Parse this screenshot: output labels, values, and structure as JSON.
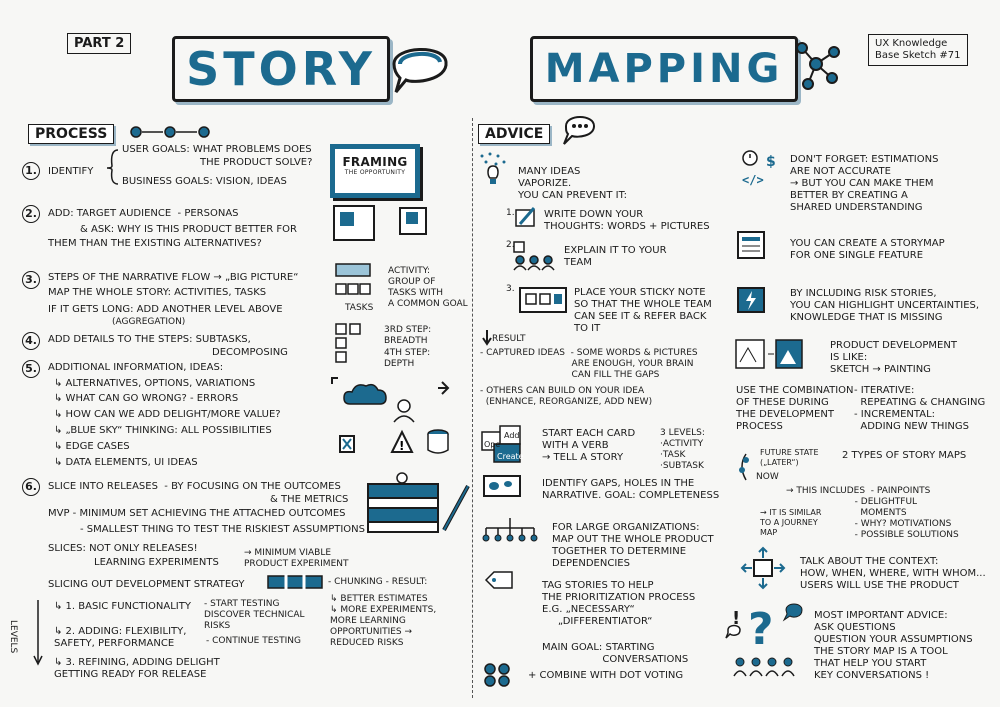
{
  "header": {
    "part": "PART 2",
    "title_left": "STORY",
    "title_right": "MAPPING",
    "kb_label": "UX Knowledge\nBase Sketch #71"
  },
  "process": {
    "heading": "PROCESS",
    "framing": "FRAMING",
    "framing_sub": "THE OPPORTUNITY",
    "steps": [
      {
        "num": "1.",
        "label": "IDENTIFY",
        "lines": [
          "USER GOALS: WHAT PROBLEMS DOES",
          "THE PRODUCT SOLVE?",
          "BUSINESS GOALS: VISION, IDEAS"
        ]
      },
      {
        "num": "2.",
        "lines": [
          "ADD: TARGET AUDIENCE  - PERSONAS",
          "& ASK: WHY IS THIS PRODUCT BETTER FOR",
          "THEM THAN THE EXISTING ALTERNATIVES?"
        ]
      },
      {
        "num": "3.",
        "lines": [
          "STEPS OF THE NARRATIVE FLOW → „BIG PICTURE“",
          "MAP THE WHOLE STORY: ACTIVITIES, TASKS",
          "IF IT GETS LONG: ADD ANOTHER LEVEL ABOVE",
          "(AGGREGATION)"
        ]
      },
      {
        "num": "4.",
        "lines": [
          "ADD DETAILS TO THE STEPS: SUBTASKS,",
          "DECOMPOSING"
        ]
      },
      {
        "num": "5.",
        "lines": [
          "ADDITIONAL INFORMATION, IDEAS:",
          "↳ ALTERNATIVES, OPTIONS, VARIATIONS",
          "↳ WHAT CAN GO WRONG? - ERRORS",
          "↳ HOW CAN WE ADD DELIGHT/MORE VALUE?",
          "↳ „BLUE SKY“ THINKING: ALL POSSIBILITIES",
          "↳ EDGE CASES",
          "↳ DATA ELEMENTS, UI IDEAS"
        ]
      },
      {
        "num": "6.",
        "lines": [
          "SLICE INTO RELEASES  - BY FOCUSING ON THE OUTCOMES",
          "& THE METRICS"
        ]
      }
    ],
    "activity_label": "ACTIVITY:\nGROUP OF\nTASKS WITH\nA COMMON GOAL",
    "tasks_label": "TASKS",
    "step3_label": "3rd STEP:\nBREADTH",
    "step4_label": "4th STEP:\nDEPTH",
    "mvp_lines": [
      "MVP - MINIMUM SET ACHIEVING THE ATTACHED OUTCOMES",
      "- SMALLEST THING TO TEST THE RISKIEST ASSUMPTIONS"
    ],
    "slices_lines": [
      "SLICES: NOT ONLY RELEASES!",
      "LEARNING EXPERIMENTS"
    ],
    "mvp_expansion": "→ MINIMUM VIABLE\nPRODUCT EXPERIMENT",
    "slicing": "SLICING OUT DEVELOPMENT STRATEGY",
    "levels_label": "LEVELS",
    "levels": [
      "↳ 1. BASIC FUNCTIONALITY",
      "↳ 2. ADDING: FLEXIBILITY,\nSAFETY, PERFORMANCE",
      "↳ 3. REFINING, ADDING DELIGHT\nGETTING READY FOR RELEASE"
    ],
    "level_notes": [
      "- START TESTING\nDISCOVER TECHNICAL\nRISKS",
      "- CONTINUE TESTING"
    ],
    "chunking": "- CHUNKING - RESULT:",
    "chunk_results": "↳ BETTER ESTIMATES\n↳ MORE EXPERIMENTS,\nMORE LEARNING\nOPPORTUNITIES →\nREDUCED RISKS"
  },
  "advice": {
    "heading": "ADVICE",
    "ideas": "MANY IDEAS\nVAPORIZE.\nYOU CAN PREVENT IT:",
    "items": [
      {
        "num": "1.",
        "text": "WRITE DOWN YOUR\nTHOUGHTS: WORDS + PICTURES"
      },
      {
        "num": "2.",
        "text": "EXPLAIN IT TO YOUR\nTEAM"
      },
      {
        "num": "3.",
        "text": "PLACE YOUR STICKY NOTE\nSO THAT THE WHOLE TEAM\nCAN SEE IT & REFER BACK\nTO IT"
      }
    ],
    "result": "RESULT",
    "captured": "- CAPTURED IDEAS  - SOME WORDS & PICTURES\n                                ARE ENOUGH, YOUR BRAIN\n                                CAN FILL THE GAPS",
    "others": "- OTHERS CAN BUILD ON YOUR IDEA\n  (ENHANCE, REORGANIZE, ADD NEW)",
    "card_verb": "START EACH CARD\nWITH A VERB\n→ TELL A STORY",
    "three_levels": "3 LEVELS:\n·ACTIVITY\n·TASK\n·SUBTASK",
    "sticky_words": [
      "Ope",
      "Add",
      "Create"
    ],
    "gaps": "IDENTIFY GAPS, HOLES IN THE\nNARRATIVE. GOAL: COMPLETENESS",
    "large": "FOR LARGE ORGANIZATIONS:\nMAP OUT THE WHOLE PRODUCT\nTOGETHER TO DETERMINE\nDEPENDENCIES",
    "tag": "TAG STORIES TO HELP\nTHE PRIORITIZATION PROCESS\nE.G. „NECESSARY“\n     „DIFFERENTIATOR“",
    "main_goal": "MAIN GOAL: STARTING\n                   CONVERSATIONS",
    "dot": "+ COMBINE WITH DOT VOTING",
    "right": {
      "estimations": "DON'T FORGET: ESTIMATIONS\nARE NOT ACCURATE\n→ BUT YOU CAN MAKE THEM\nBETTER BY CREATING A\nSHARED UNDERSTANDING",
      "single": "YOU CAN CREATE A STORYMAP\nFOR ONE SINGLE FEATURE",
      "risk": "BY INCLUDING RISK STORIES,\nYOU CAN HIGHLIGHT UNCERTAINTIES,\nKNOWLEDGE THAT IS MISSING",
      "product_dev": "PRODUCT DEVELOPMENT\nIS LIKE:\nSKETCH → PAINTING",
      "combination": "USE THE COMBINATION\nOF THESE DURING\nTHE DEVELOPMENT\nPROCESS",
      "iterative": "- ITERATIVE:\n  REPEATING & CHANGING\n- INCREMENTAL:\n  ADDING NEW THINGS",
      "future": "FUTURE STATE\n(„LATER“)",
      "now": "NOW",
      "two_types": "2 TYPES OF STORY MAPS",
      "includes": "→ THIS INCLUDES  - PAINPOINTS\n                        - DELIGHTFUL\n                          MOMENTS\n                        - WHY? MOTIVATIONS\n                        - POSSIBLE SOLUTIONS",
      "journey": "→ IT IS SIMILAR\nTO A JOURNEY\nMAP",
      "context": "TALK ABOUT THE CONTEXT:\nHOW, WHEN, WHERE, WITH WHOM...\nUSERS WILL USE THE PRODUCT",
      "important": "MOST IMPORTANT ADVICE:\nASK QUESTIONS\nQUESTION YOUR ASSUMPTIONS\nTHE STORY MAP IS A TOOL\nTHAT HELP YOU START\nKEY CONVERSATIONS !"
    }
  },
  "colors": {
    "accent": "#1c6a8f",
    "ink": "#1b1b1b",
    "shadow": "#9bb6c6"
  }
}
